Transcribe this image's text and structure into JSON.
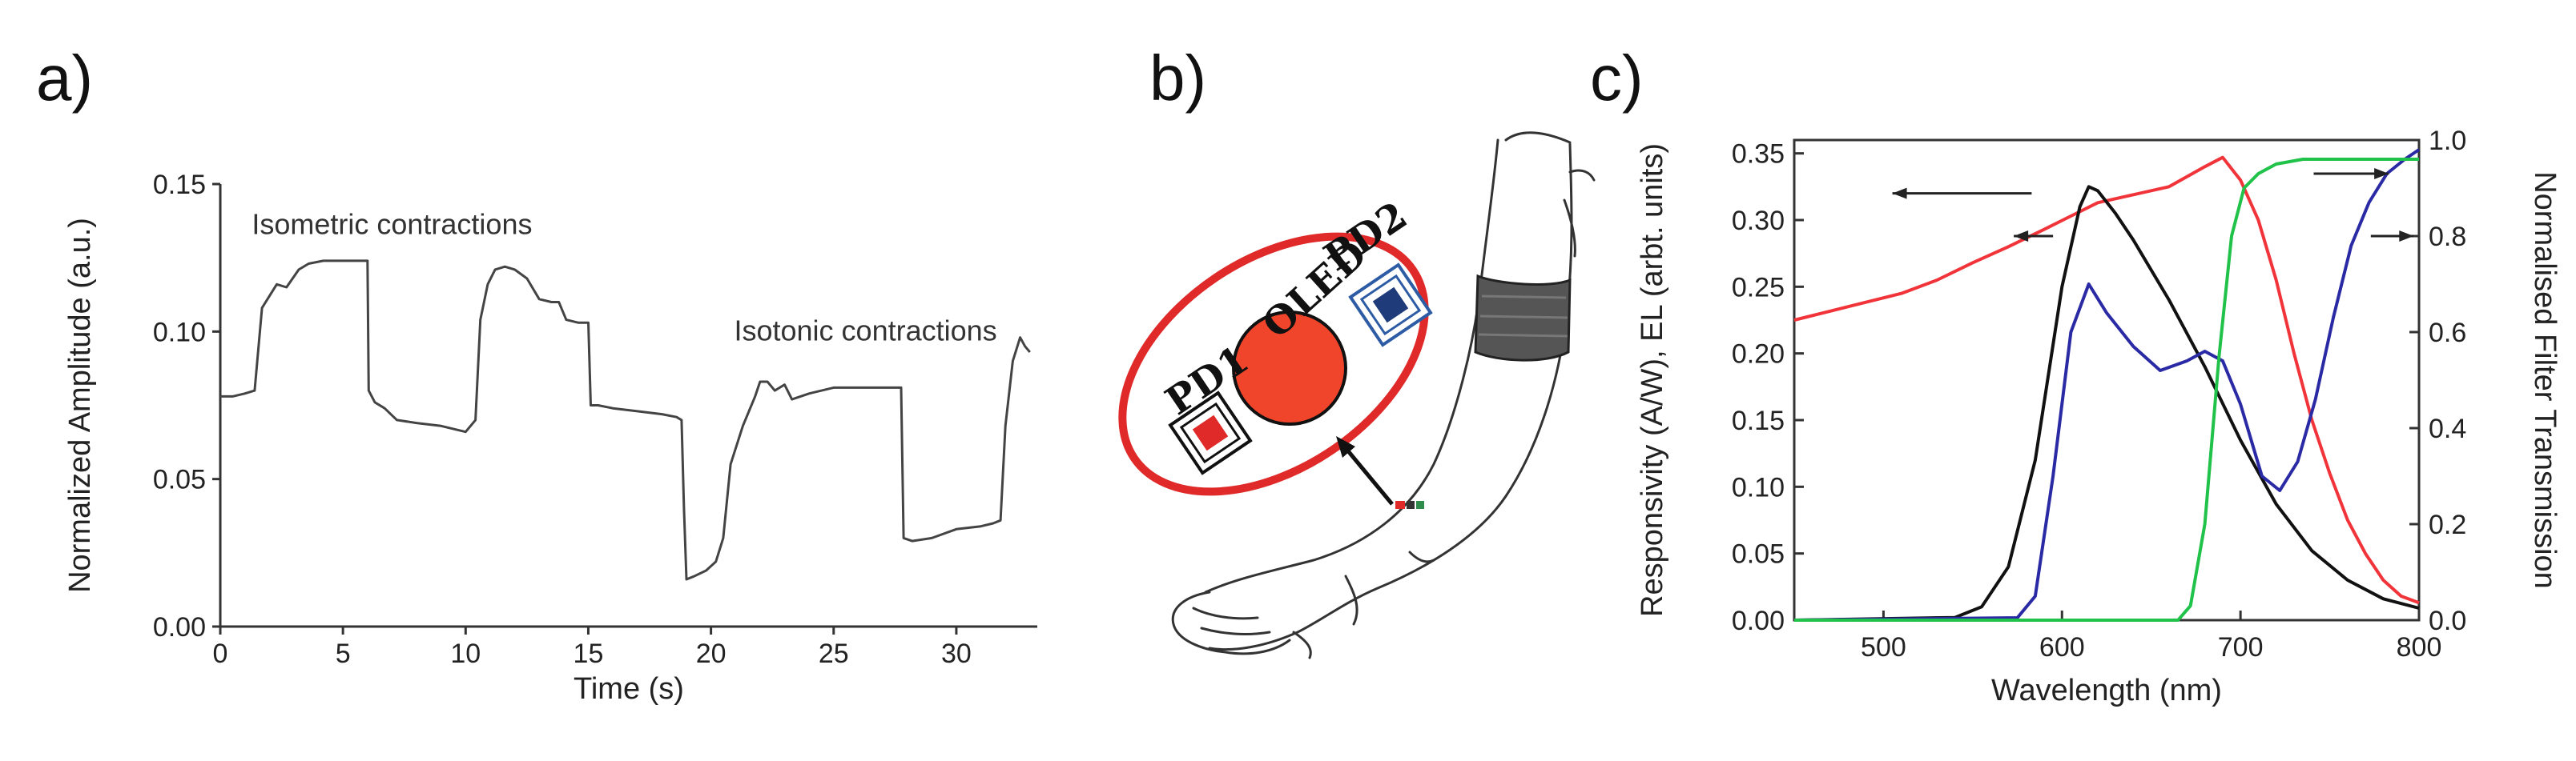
{
  "panels": [
    {
      "id": "a",
      "label": "a)"
    },
    {
      "id": "b",
      "label": "b)"
    },
    {
      "id": "c",
      "label": "c)"
    }
  ],
  "chart_data": [
    {
      "type": "line",
      "panel": "a",
      "xlabel": "Time (s)",
      "ylabel": "Normalized Amplitude (a.u.)",
      "xlim": [
        0,
        33.3
      ],
      "ylim": [
        0,
        0.15
      ],
      "xticks": [
        "0",
        "5",
        "10",
        "15",
        "20",
        "25",
        "30"
      ],
      "yticks": [
        "0.00",
        "0.05",
        "0.10",
        "0.15"
      ],
      "grid": false,
      "annotations": [
        {
          "text": "Isometric contractions",
          "x": 7.0,
          "y": 0.133
        },
        {
          "text": "Isotonic contractions",
          "x": 26.3,
          "y": 0.097
        }
      ],
      "series": [
        {
          "color": "#444444",
          "x": [
            0,
            0.5,
            1,
            1.4,
            1.7,
            2.0,
            2.3,
            2.7,
            3.2,
            3.6,
            4.2,
            5,
            6,
            6.05,
            6.3,
            6.7,
            7.2,
            8,
            9,
            10,
            10.4,
            10.6,
            10.9,
            11.2,
            11.6,
            12,
            12.5,
            13,
            13.5,
            13.8,
            14.1,
            14.6,
            15.0,
            15.1,
            15.4,
            16,
            17,
            18,
            18.6,
            18.8,
            18.9,
            19.0,
            19.3,
            19.8,
            20.2,
            20.5,
            20.8,
            21.3,
            21.8,
            22.0,
            22.3,
            22.6,
            23.0,
            23.3,
            24,
            25,
            26,
            27,
            27.6,
            27.75,
            27.85,
            28.2,
            29,
            30,
            31,
            31.5,
            31.8,
            32.0,
            32.3,
            32.6,
            32.8,
            33.0
          ],
          "y": [
            0.078,
            0.078,
            0.079,
            0.08,
            0.108,
            0.112,
            0.116,
            0.115,
            0.121,
            0.123,
            0.124,
            0.124,
            0.124,
            0.08,
            0.076,
            0.074,
            0.07,
            0.069,
            0.068,
            0.066,
            0.07,
            0.104,
            0.116,
            0.121,
            0.122,
            0.121,
            0.118,
            0.111,
            0.11,
            0.11,
            0.104,
            0.103,
            0.103,
            0.075,
            0.075,
            0.074,
            0.073,
            0.072,
            0.071,
            0.07,
            0.04,
            0.016,
            0.017,
            0.019,
            0.022,
            0.03,
            0.055,
            0.068,
            0.078,
            0.083,
            0.083,
            0.08,
            0.082,
            0.077,
            0.079,
            0.081,
            0.081,
            0.081,
            0.081,
            0.081,
            0.03,
            0.029,
            0.03,
            0.033,
            0.034,
            0.035,
            0.036,
            0.068,
            0.09,
            0.098,
            0.095,
            0.093
          ]
        }
      ]
    },
    {
      "type": "line",
      "panel": "c",
      "xlabel": "Wavelength (nm)",
      "ylabel": "Responsivity (A/W), EL (arbt. units)",
      "y2label": "Normalised Filter Transmission",
      "xlim": [
        450,
        800
      ],
      "ylim": [
        0,
        0.36
      ],
      "y2lim": [
        0,
        1.0
      ],
      "xticks": [
        "500",
        "600",
        "700",
        "800"
      ],
      "yticks": [
        "0.00",
        "0.05",
        "0.10",
        "0.15",
        "0.20",
        "0.25",
        "0.30",
        "0.35"
      ],
      "y2ticks": [
        "0.0",
        "0.2",
        "0.4",
        "0.6",
        "0.8",
        "1.0"
      ],
      "grid": false,
      "series": [
        {
          "color": "#f0343a",
          "axis": "left",
          "x": [
            450,
            480,
            510,
            530,
            550,
            570,
            590,
            605,
            620,
            640,
            660,
            680,
            690,
            700,
            710,
            720,
            730,
            740,
            750,
            760,
            770,
            780,
            790,
            800
          ],
          "y": [
            0.225,
            0.235,
            0.245,
            0.255,
            0.268,
            0.28,
            0.293,
            0.303,
            0.313,
            0.319,
            0.325,
            0.34,
            0.347,
            0.33,
            0.3,
            0.255,
            0.2,
            0.15,
            0.11,
            0.075,
            0.05,
            0.03,
            0.018,
            0.013
          ]
        },
        {
          "color": "#111111",
          "axis": "left",
          "x": [
            450,
            540,
            555,
            570,
            585,
            600,
            610,
            615,
            620,
            630,
            640,
            660,
            680,
            700,
            720,
            740,
            760,
            780,
            800
          ],
          "y": [
            0,
            0.002,
            0.01,
            0.04,
            0.12,
            0.25,
            0.31,
            0.325,
            0.322,
            0.305,
            0.285,
            0.24,
            0.19,
            0.135,
            0.087,
            0.052,
            0.03,
            0.016,
            0.009
          ]
        },
        {
          "color": "#2b2aa5",
          "axis": "right",
          "x": [
            450,
            575,
            585,
            595,
            605,
            615,
            625,
            640,
            655,
            670,
            680,
            690,
            700,
            712,
            722,
            732,
            742,
            752,
            762,
            772,
            782,
            792,
            800
          ],
          "y": [
            0.0,
            0.005,
            0.05,
            0.3,
            0.6,
            0.7,
            0.64,
            0.57,
            0.52,
            0.54,
            0.56,
            0.54,
            0.45,
            0.3,
            0.27,
            0.33,
            0.46,
            0.63,
            0.78,
            0.87,
            0.93,
            0.96,
            0.98
          ]
        },
        {
          "color": "#21c24a",
          "axis": "right",
          "x": [
            450,
            665,
            672,
            680,
            688,
            695,
            702,
            710,
            720,
            735,
            750,
            765,
            780,
            800
          ],
          "y": [
            0.0,
            0.0,
            0.03,
            0.2,
            0.55,
            0.8,
            0.9,
            0.93,
            0.95,
            0.96,
            0.96,
            0.96,
            0.96,
            0.96
          ]
        }
      ],
      "arrows": [
        {
          "dir": "left",
          "x1": 583,
          "x2": 505,
          "y": 0.32,
          "axis": "left"
        },
        {
          "dir": "left",
          "x1": 595,
          "x2": 573,
          "y": 0.288,
          "axis": "left"
        },
        {
          "dir": "right",
          "x1": 741,
          "x2": 783,
          "y": 0.93,
          "axis": "right"
        },
        {
          "dir": "right",
          "x1": 773,
          "x2": 797,
          "y": 0.8,
          "axis": "right"
        }
      ]
    }
  ],
  "diagram_b": {
    "ellipse_color": "#e02a2a",
    "oled": {
      "label": "OLED",
      "color": "#f0452a"
    },
    "pd1": {
      "label": "PD1",
      "color": "#e02a2a"
    },
    "pd2": {
      "label": "PD2",
      "color": "#1f3b7a"
    },
    "band_color": "#555555"
  }
}
